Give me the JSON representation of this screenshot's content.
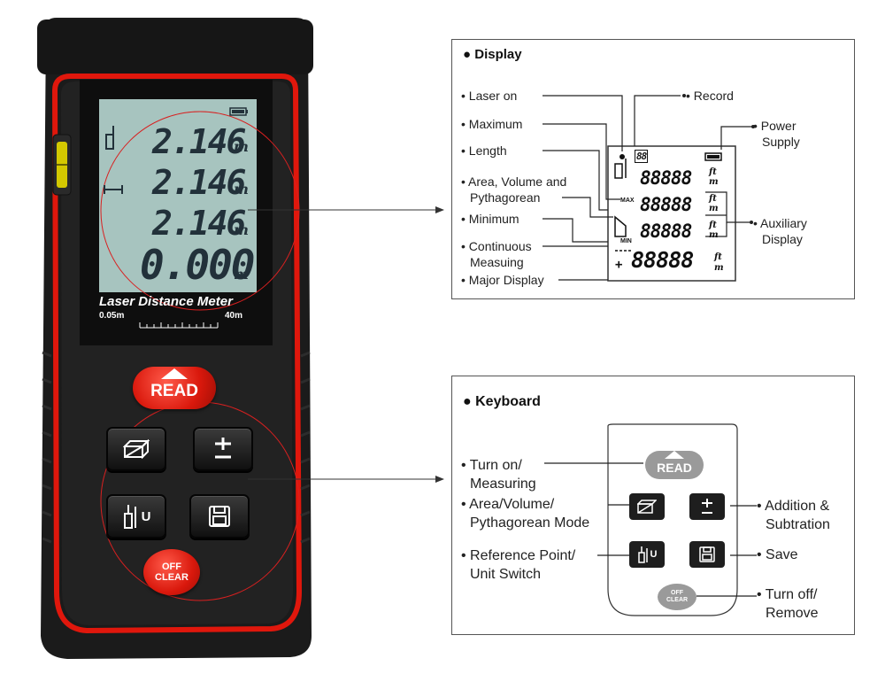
{
  "device": {
    "readings": [
      "2.146",
      "2.146",
      "2.146"
    ],
    "reading_unit": "m",
    "main_reading": "0.000",
    "main_unit": "m",
    "title": "Laser Distance Meter",
    "range_min": "0.05m",
    "range_max": "40m",
    "read_button": "READ",
    "off_label_line1": "OFF",
    "off_label_line2": "CLEAR",
    "unit_key_label": "U",
    "colors": {
      "body": "#1a1a1a",
      "accent": "#e0170c",
      "lcd": "#a7c4bf"
    }
  },
  "display_panel": {
    "title": "Display",
    "labels": {
      "laser_on": "Laser on",
      "maximum": "Maximum",
      "length": "Length",
      "area_line1": "Area, Volume and",
      "area_line2": "Pythagorean",
      "minimum": "Minimum",
      "continuous_line1": "Continuous",
      "continuous_line2": "Measuing",
      "major": "Major Display",
      "record": "Record",
      "power_line1": "Power",
      "power_line2": "Supply",
      "aux_line1": "Auxiliary",
      "aux_line2": "Display"
    },
    "lcd": {
      "digits": "88888",
      "record_digits": "88",
      "max_tag": "MAX",
      "min_tag": "MIN",
      "unit_top": "ft",
      "unit_bottom": "m",
      "plus": "+"
    }
  },
  "keyboard_panel": {
    "title": "Keyboard",
    "labels": {
      "turn_on_line1": "Turn on/",
      "turn_on_line2": "Measuring",
      "area_line1": "Area/Volume/",
      "area_line2": "Pythagorean Mode",
      "ref_line1": "Reference Point/",
      "ref_line2": "Unit Switch",
      "add_line1": "Addition &",
      "add_line2": "Subtration",
      "save": "Save",
      "off_line1": "Turn off/",
      "off_line2": "Remove"
    },
    "keys": {
      "read": "READ",
      "unit": "U",
      "off_line1": "OFF",
      "off_line2": "CLEAR"
    }
  }
}
